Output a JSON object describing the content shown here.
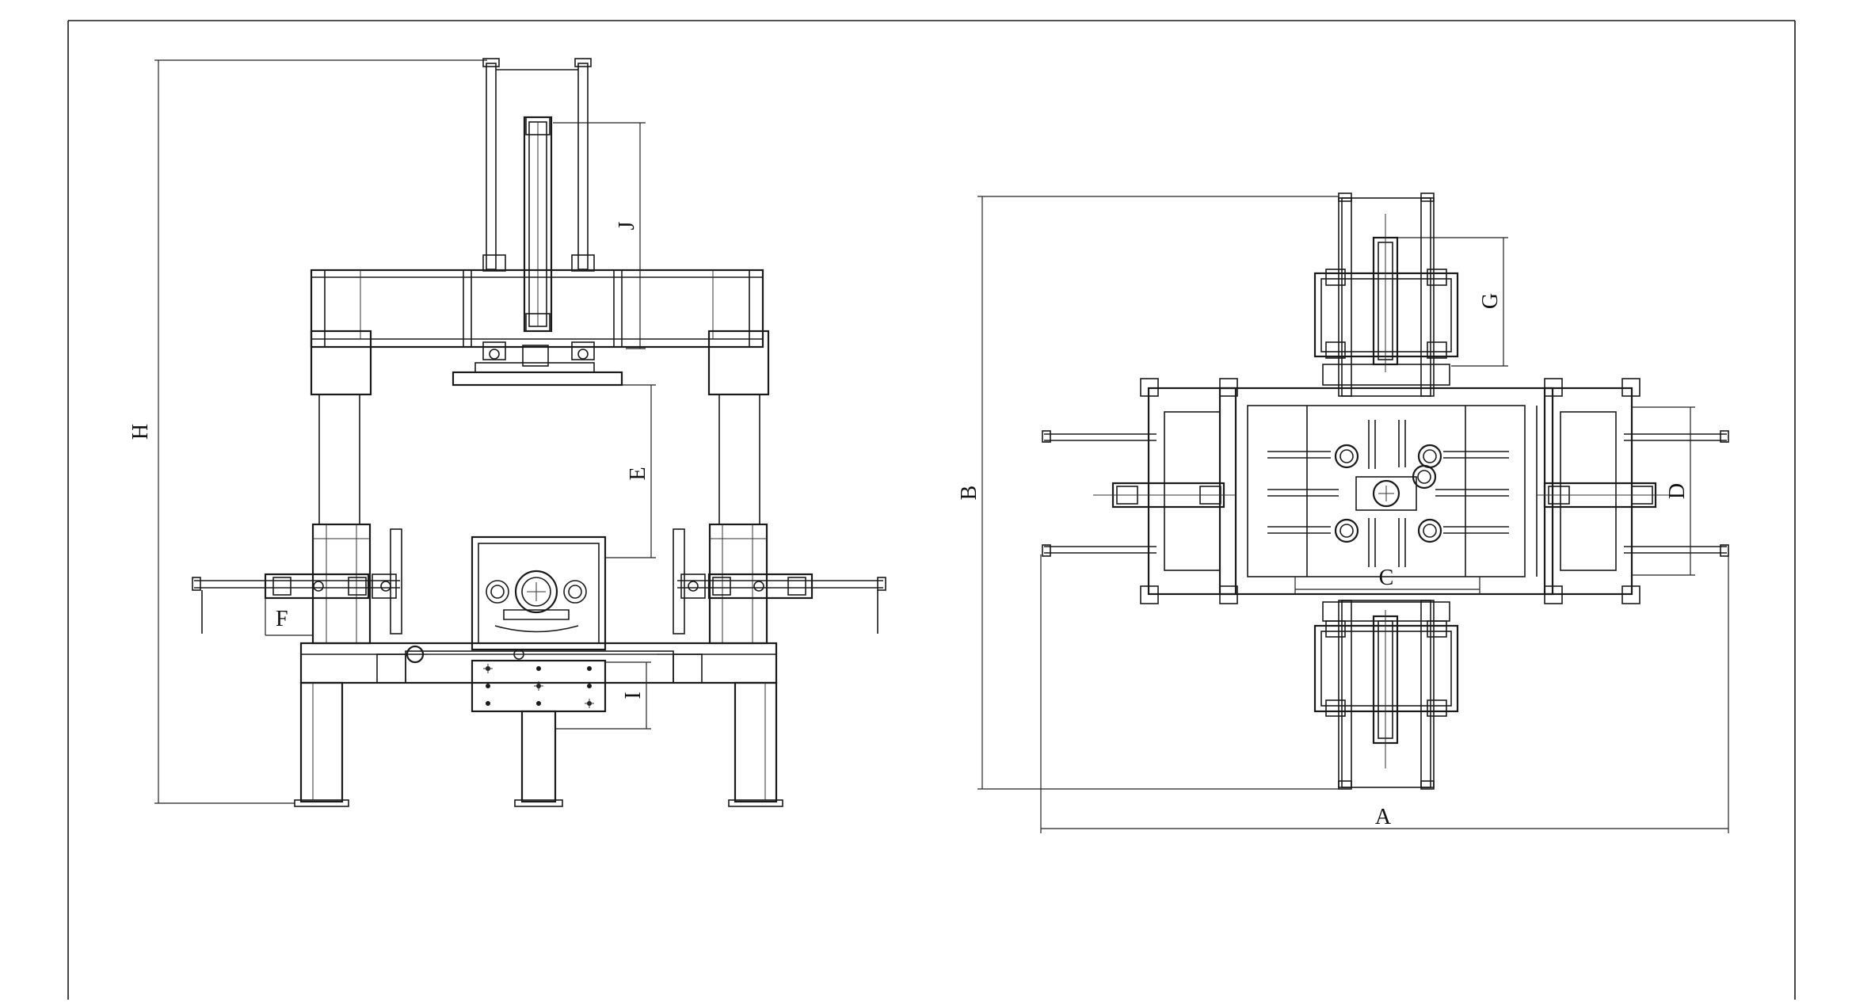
{
  "figure": {
    "border_color": "#1a1a1a",
    "background": "#ffffff"
  },
  "front_view": {
    "dimensions": {
      "H": "H",
      "J": "J",
      "E": "E",
      "F": "F",
      "I": "I"
    }
  },
  "top_view": {
    "dimensions": {
      "A": "A",
      "B": "B",
      "C": "C",
      "D": "D",
      "G": "G"
    }
  }
}
